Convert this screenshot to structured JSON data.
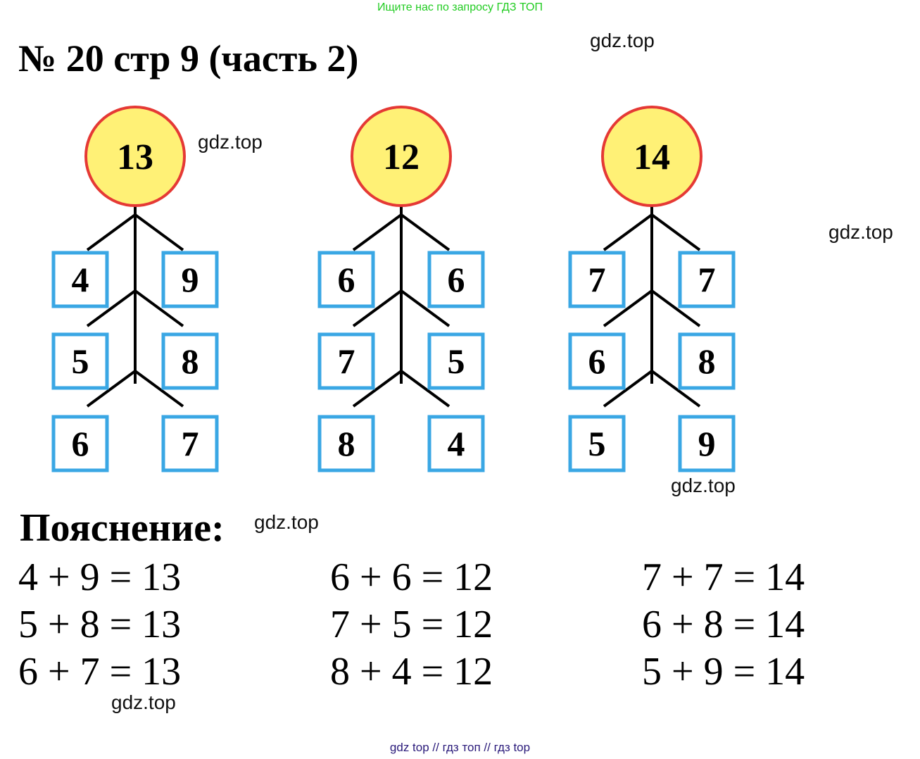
{
  "top_note": "Ищите нас по запросу ГДЗ ТОП",
  "title": "№ 20 стр 9 (часть 2)",
  "watermark": "gdz.top",
  "colors": {
    "circle_fill": "#fff176",
    "circle_stroke": "#e53935",
    "box_stroke": "#3aa7e4",
    "top_note": "#22cc22",
    "footer": "#2a1a7a"
  },
  "trees": [
    {
      "root": "13",
      "pairs": [
        [
          "4",
          "9"
        ],
        [
          "5",
          "8"
        ],
        [
          "6",
          "7"
        ]
      ]
    },
    {
      "root": "12",
      "pairs": [
        [
          "6",
          "6"
        ],
        [
          "7",
          "5"
        ],
        [
          "8",
          "4"
        ]
      ]
    },
    {
      "root": "14",
      "pairs": [
        [
          "7",
          "7"
        ],
        [
          "6",
          "8"
        ],
        [
          "5",
          "9"
        ]
      ]
    }
  ],
  "explanation": {
    "title": "Пояснение:",
    "columns": [
      [
        "4 + 9 = 13",
        "5 + 8 = 13",
        "6 + 7 = 13"
      ],
      [
        "6 + 6 = 12",
        "7 + 5 = 12",
        "8 + 4 = 12"
      ],
      [
        "7 + 7 = 14",
        "6 + 8 = 14",
        "5 + 9 = 14"
      ]
    ]
  },
  "footer": "gdz top  //  гдз топ  //  гдз top"
}
